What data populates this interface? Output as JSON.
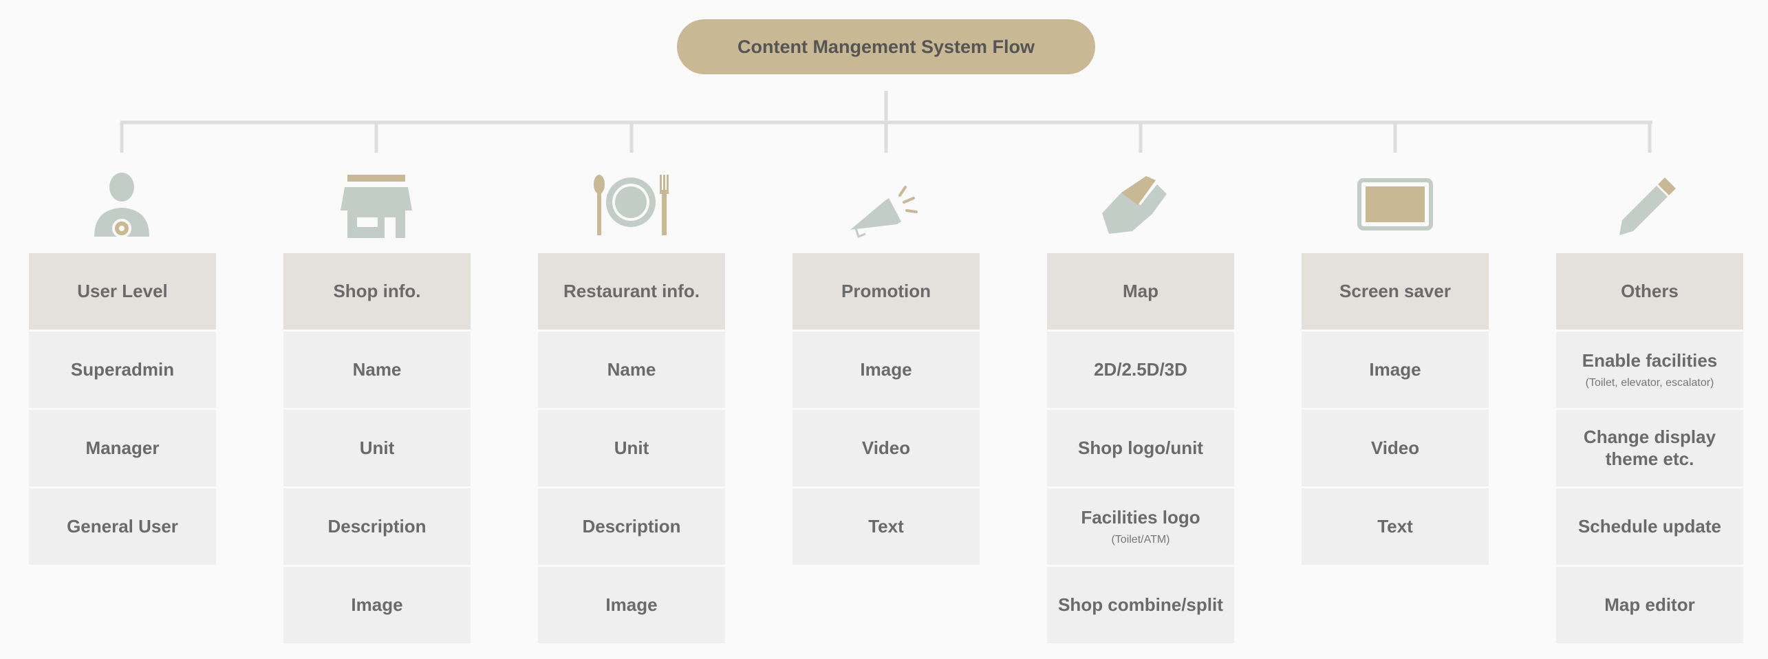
{
  "root": {
    "title": "Content Mangement System Flow"
  },
  "columns": [
    {
      "header": "User Level",
      "icon": "user-gear-icon",
      "items": [
        {
          "label": "Superadmin"
        },
        {
          "label": "Manager"
        },
        {
          "label": "General User"
        }
      ]
    },
    {
      "header": "Shop info.",
      "icon": "shop-icon",
      "items": [
        {
          "label": "Name"
        },
        {
          "label": "Unit"
        },
        {
          "label": "Description"
        },
        {
          "label": "Image"
        }
      ]
    },
    {
      "header": "Restaurant info.",
      "icon": "dining-icon",
      "items": [
        {
          "label": "Name"
        },
        {
          "label": "Unit"
        },
        {
          "label": "Description"
        },
        {
          "label": "Image"
        }
      ]
    },
    {
      "header": "Promotion",
      "icon": "megaphone-icon",
      "items": [
        {
          "label": "Image"
        },
        {
          "label": "Video"
        },
        {
          "label": "Text"
        }
      ]
    },
    {
      "header": "Map",
      "icon": "map-icon",
      "items": [
        {
          "label": "2D/2.5D/3D"
        },
        {
          "label": "Shop logo/unit"
        },
        {
          "label": "Facilities logo",
          "sub": "(Toilet/ATM)"
        },
        {
          "label": "Shop combine/split"
        }
      ]
    },
    {
      "header": "Screen saver",
      "icon": "screen-icon",
      "items": [
        {
          "label": "Image"
        },
        {
          "label": "Video"
        },
        {
          "label": "Text"
        }
      ]
    },
    {
      "header": "Others",
      "icon": "pencil-icon",
      "items": [
        {
          "label": "Enable facilities",
          "sub": "(Toilet, elevator, escalator)"
        },
        {
          "label": "Change display theme etc."
        },
        {
          "label": "Schedule update"
        },
        {
          "label": "Map editor"
        }
      ]
    }
  ],
  "colors": {
    "accent": "#c8b994",
    "icon_gray": "#c2cdc7",
    "header_bg": "#e4e0dc",
    "cell_bg": "#efefef",
    "text": "#6a6a6a",
    "line": "#dddddd"
  }
}
